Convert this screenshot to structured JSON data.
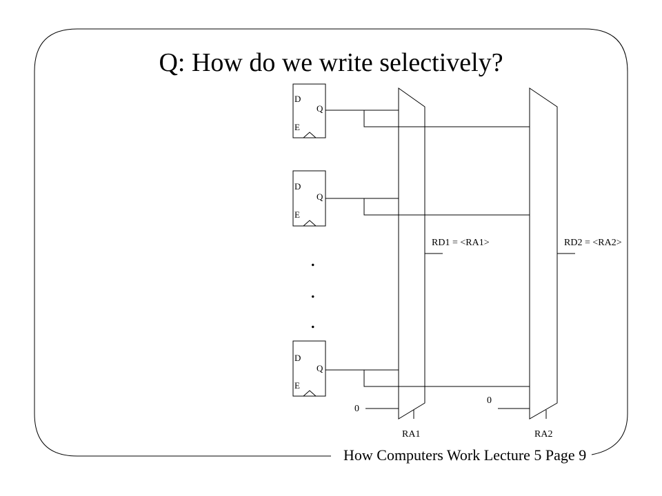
{
  "slide": {
    "title": "Q: How do we write selectively?",
    "footer": "How Computers Work Lecture 5 Page 9"
  },
  "registers": [
    {
      "d_label": "D",
      "q_label": "Q",
      "e_label": "E"
    },
    {
      "d_label": "D",
      "q_label": "Q",
      "e_label": "E"
    },
    {
      "d_label": "D",
      "q_label": "Q",
      "e_label": "E"
    }
  ],
  "ellipsis": [
    ".",
    ".",
    "."
  ],
  "mux1": {
    "output_label": "RD1 = <RA1>",
    "select_label": "RA1",
    "zero_input_label": "0"
  },
  "mux2": {
    "output_label": "RD2 = <RA2>",
    "select_label": "RA2",
    "zero_input_label": "0"
  }
}
